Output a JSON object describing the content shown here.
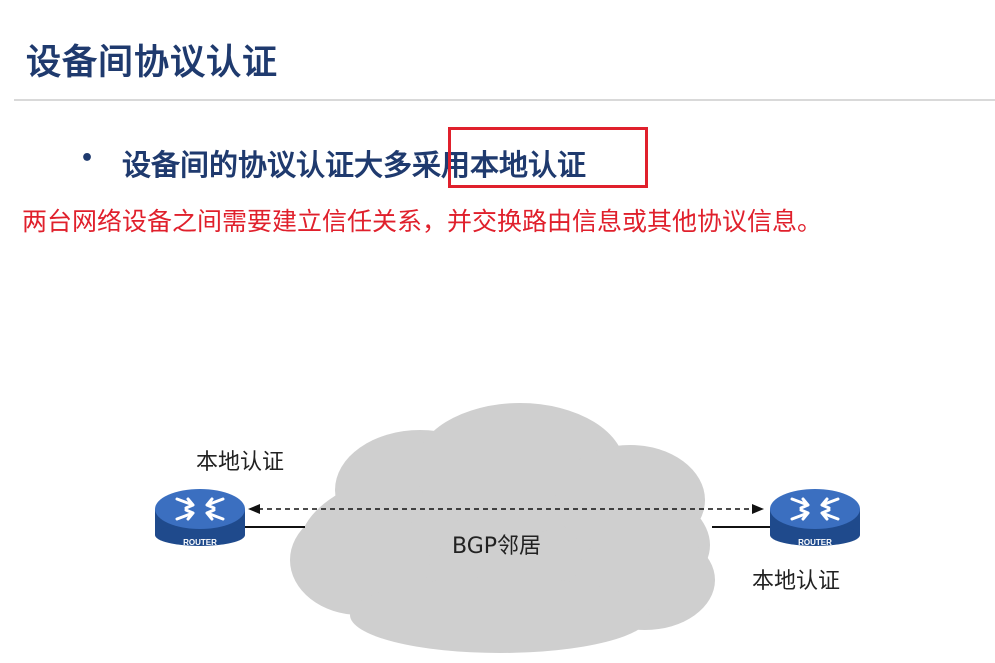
{
  "slide": {
    "title": "设备间协议认证",
    "bullet": "设备间的协议认证大多采用本地认证",
    "highlighted_phrase": "采用本地认证",
    "note": "两台网络设备之间需要建立信任关系，并交换路由信息或其他协议信息。"
  },
  "diagram": {
    "left_router": {
      "caption": "ROUTER",
      "label": "本地认证"
    },
    "right_router": {
      "caption": "ROUTER",
      "label": "本地认证"
    },
    "cloud_label": "BGP邻居"
  },
  "colors": {
    "title": "#1f3a6e",
    "note": "#e0202c",
    "highlight_border": "#e0202c",
    "router_fill": "#2c5aa0",
    "cloud": "#cfcfcf"
  },
  "icons": [
    "router-icon",
    "router-icon"
  ]
}
